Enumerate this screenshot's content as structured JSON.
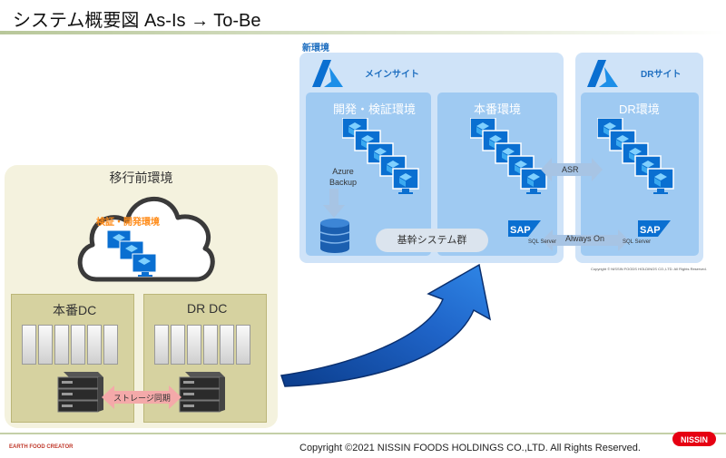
{
  "header": {
    "title": "システム概要図 As-Is → To-Be"
  },
  "asis": {
    "title": "移行前環境",
    "cloud_label": "検証・開発環境",
    "dc_main": "本番DC",
    "dc_dr": "DR DC",
    "sync_label": "ストレージ同期"
  },
  "tobe": {
    "label": "新環境",
    "main_site": "メインサイト",
    "dr_site": "DRサイト",
    "env_dev": "開発・検証環境",
    "env_prod": "本番環境",
    "env_dr": "DR環境",
    "backup_line1": "Azure",
    "backup_line2": "Backup",
    "kikan": "基幹システム群",
    "asr": "ASR",
    "always_on": "Always On",
    "sap": "SAP",
    "sql": "SQL Server",
    "small_copyright": "Copyright © NISSIN FOODS HOLDINGS CO.,LTD. All Rights Reserved."
  },
  "footer": {
    "left": "EARTH FOOD CREATOR",
    "copyright": "Copyright ©2021 NISSIN FOODS HOLDINGS CO.,LTD. All Rights Reserved.",
    "logo": "NISSIN"
  },
  "colors": {
    "azure_blue": "#0a6fd1",
    "env_blue": "#9fcaf2",
    "site_bg": "#cfe3f8",
    "asis_bg": "#f4f2de",
    "dc_bg": "#d6d2a0",
    "sync_pink": "#f4a9a9",
    "nissin_red": "#e60012"
  },
  "icons": [
    "azure-logo-icon",
    "virtual-machine-icon",
    "database-icon",
    "server-icon",
    "server-rack-icon",
    "cloud-icon",
    "sap-logo-icon",
    "curved-arrow-icon"
  ]
}
